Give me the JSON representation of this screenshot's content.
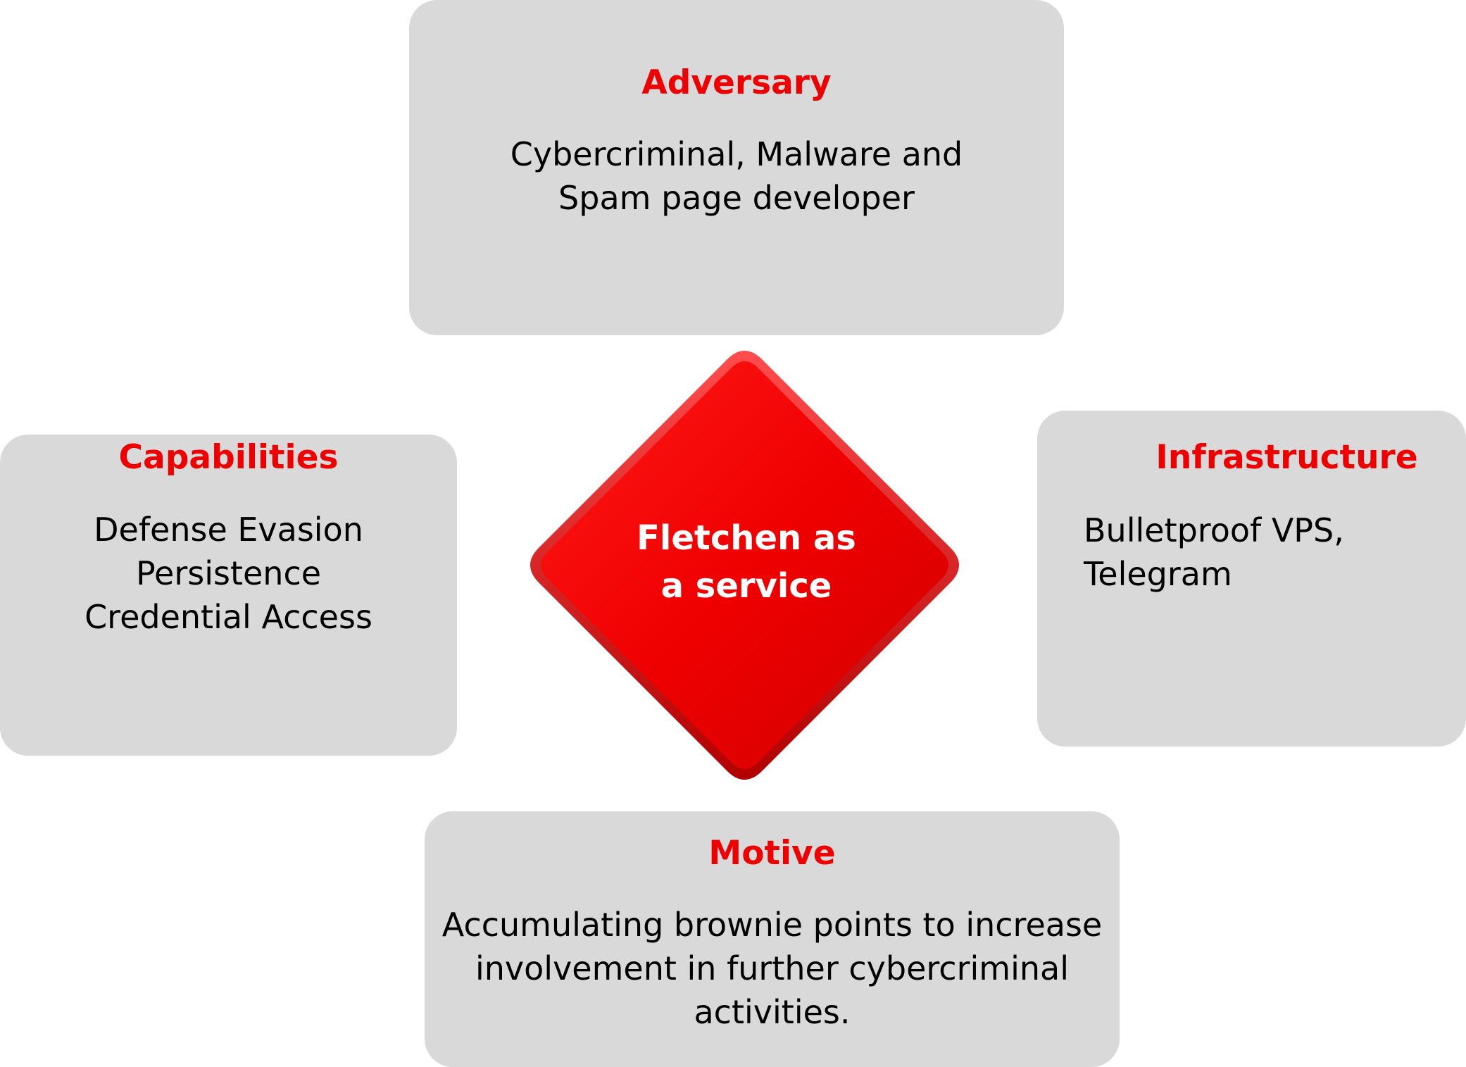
{
  "center": {
    "lines": [
      "Fletchen as",
      "a service"
    ]
  },
  "adversary": {
    "title": "Adversary",
    "lines": [
      "Cybercriminal, Malware and",
      "Spam page developer"
    ]
  },
  "capabilities": {
    "title": "Capabilities",
    "lines": [
      "Defense Evasion",
      "Persistence",
      "Credential Access"
    ]
  },
  "infrastructure": {
    "title": "Infrastructure",
    "lines": [
      "Bulletproof VPS,",
      "Telegram"
    ]
  },
  "motive": {
    "title": "Motive",
    "lines": [
      "Accumulating brownie points to increase",
      "involvement in further cybercriminal",
      "activities."
    ]
  },
  "colors": {
    "accent": "#ee0000",
    "card_background": "#d9d9d9",
    "center_text": "#ffffff"
  }
}
